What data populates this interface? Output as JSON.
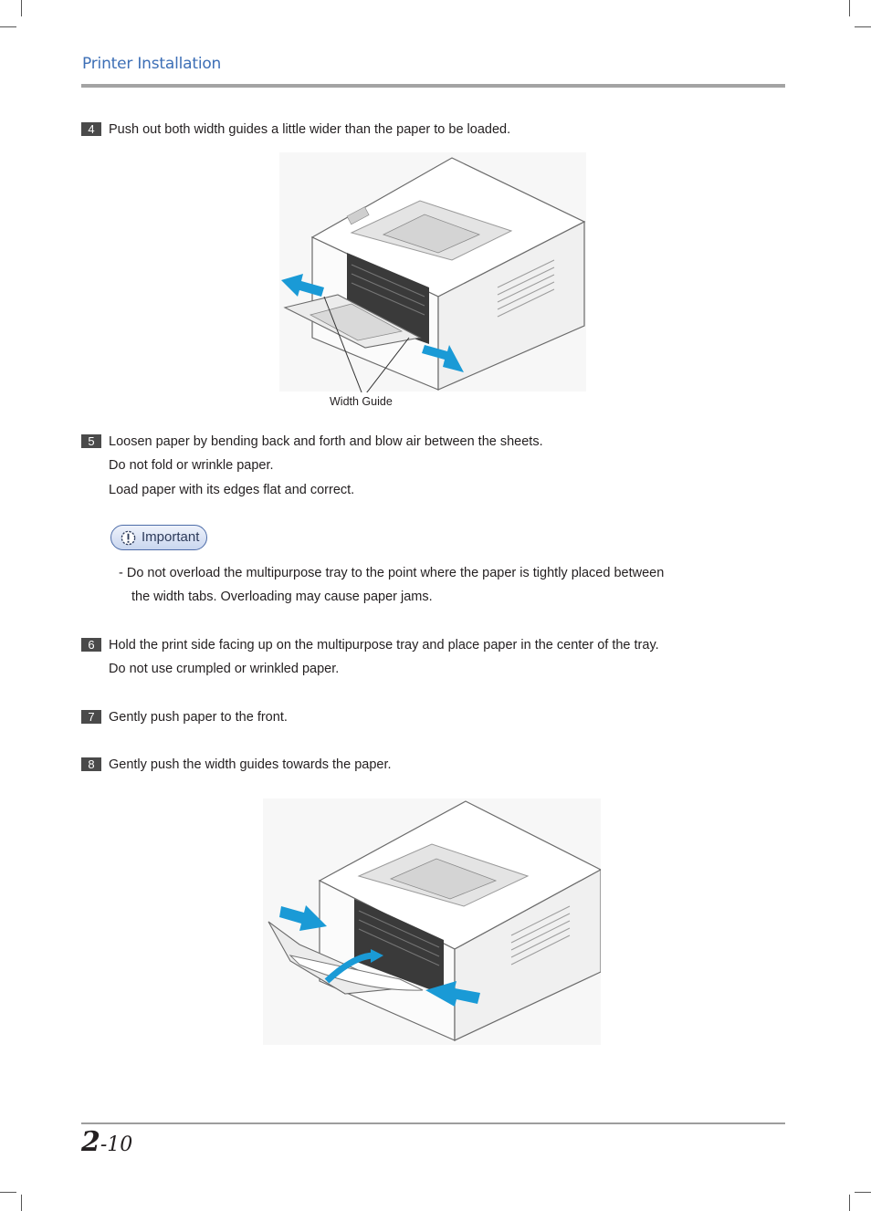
{
  "header": {
    "title": "Printer Installation"
  },
  "steps": [
    {
      "num": "4",
      "text": "Push out both width guides a little wider than the paper to be loaded."
    },
    {
      "num": "5",
      "text": "Loosen paper by bending back and forth and blow air between the sheets.",
      "sub1": "Do not fold or wrinkle paper.",
      "sub2": "Load paper with its edges flat and correct."
    },
    {
      "num": "6",
      "text": "Hold the print side facing up on the multipurpose tray and place paper in the center of the tray.",
      "sub1": "Do not use crumpled or wrinkled paper."
    },
    {
      "num": "7",
      "text": "Gently push paper to the front."
    },
    {
      "num": "8",
      "text": "Gently push the width guides towards the paper."
    }
  ],
  "important": {
    "label": "Important",
    "line1": "-  Do not overload the multipurpose tray to the point where the paper is tightly placed between",
    "line2": "the width tabs. Overloading may cause paper jams."
  },
  "figure1": {
    "caption": "Width Guide"
  },
  "footer": {
    "chapter": "2",
    "page": "-10"
  },
  "colors": {
    "accent": "#3d6fb6",
    "arrow": "#1a9ad6",
    "badge": "#4a4a4a"
  }
}
